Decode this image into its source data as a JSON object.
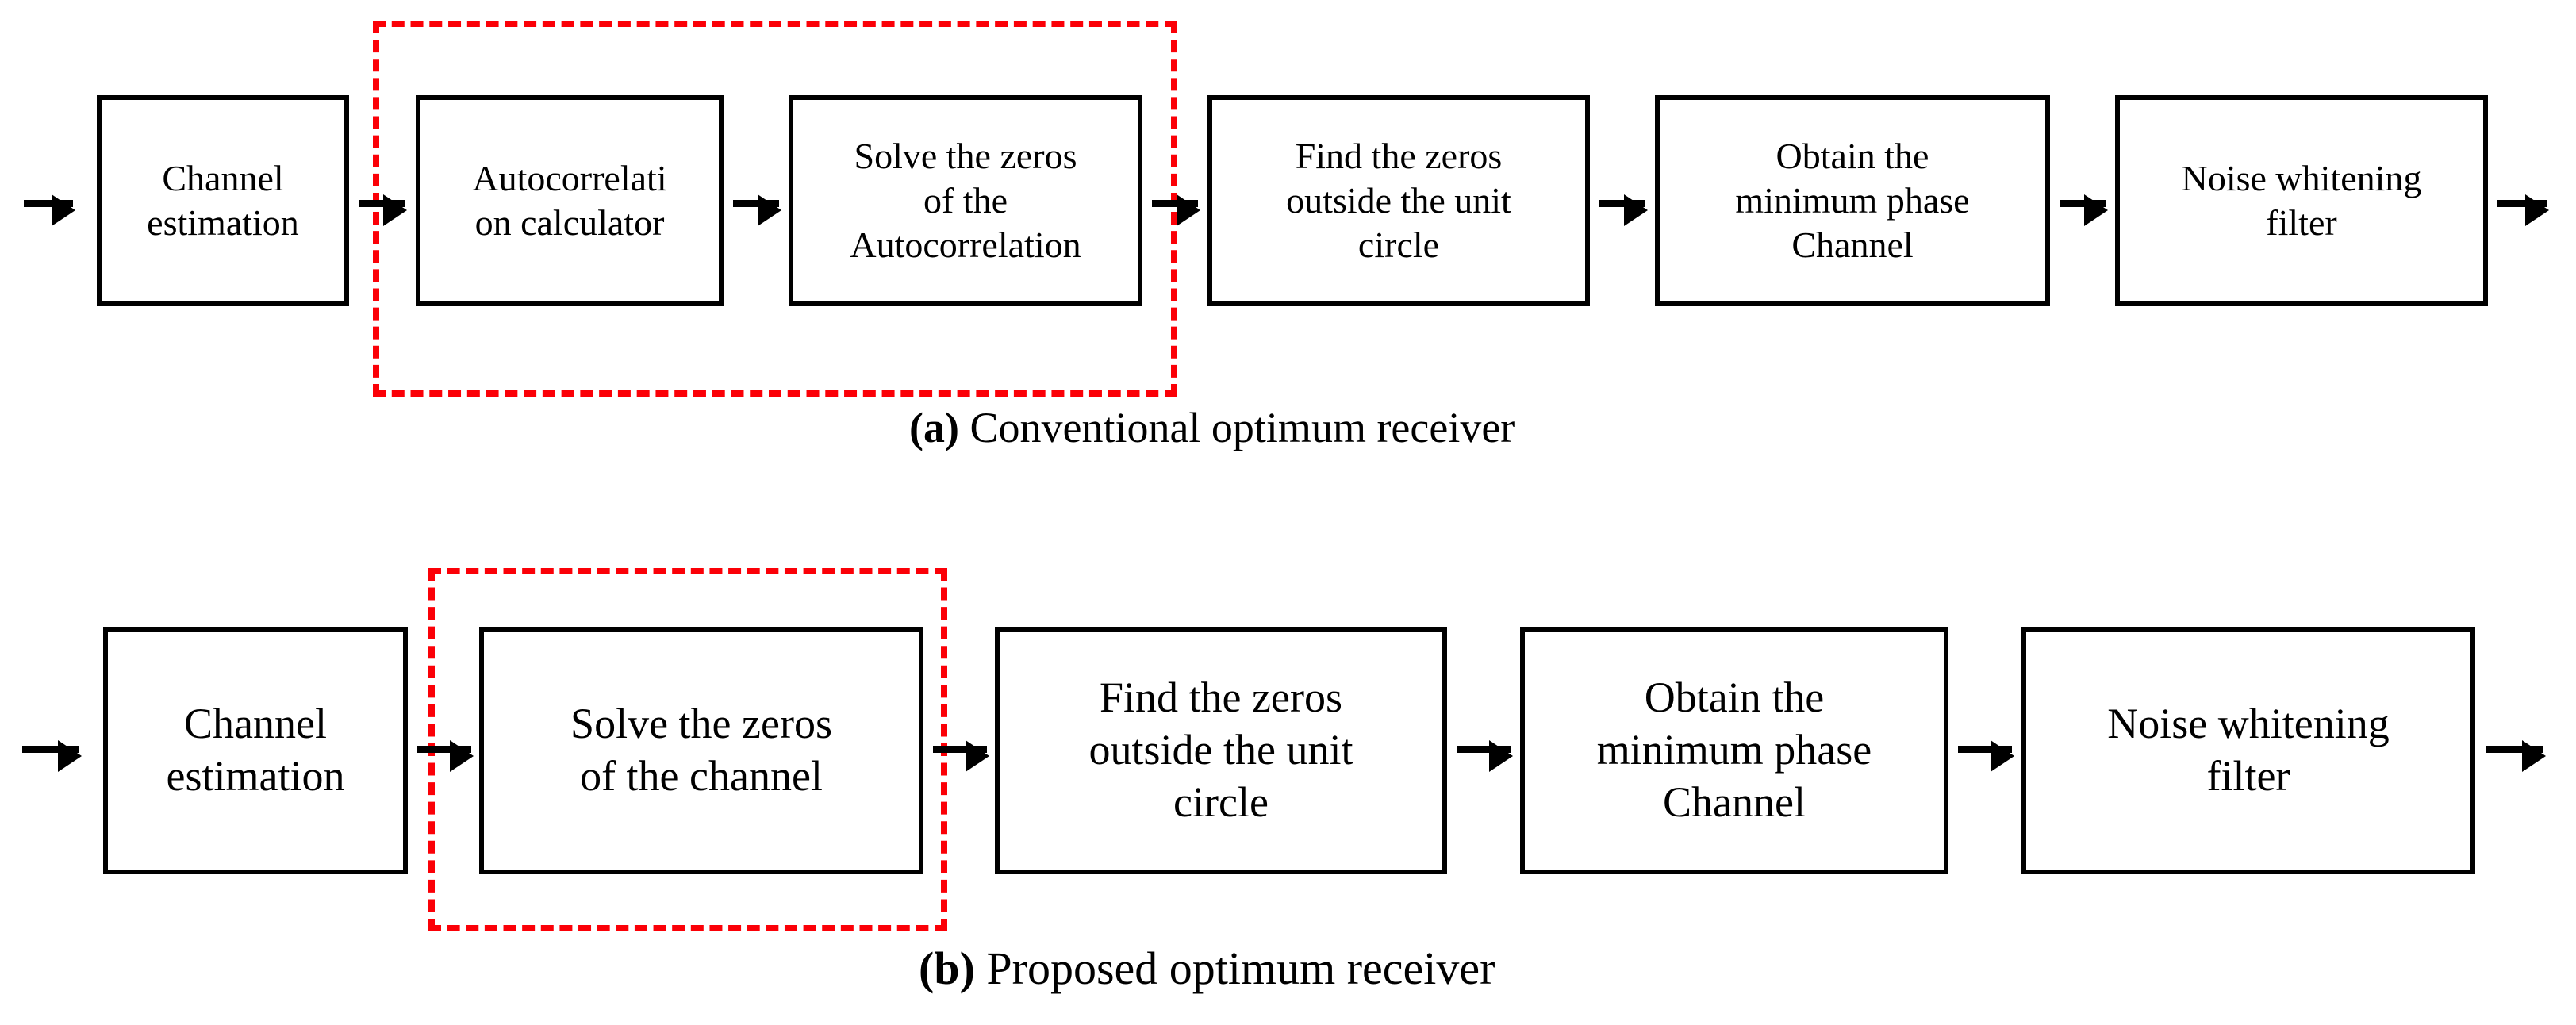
{
  "figure": {
    "background_color": "#ffffff",
    "line_color": "#000000",
    "highlight_color": "#fb0007"
  },
  "panels": [
    {
      "id": "a",
      "caption_label": "(a)",
      "caption_text": " Conventional optimum receiver",
      "highlight": {
        "label": "autocorrelation-stage-highlight",
        "color": "#fb0007",
        "style": "dashed"
      },
      "blocks": [
        {
          "name": "channel-estimation",
          "text": "Channel\nestimation"
        },
        {
          "name": "autocorrelation-calculator",
          "text": "Autocorrelati\non calculator"
        },
        {
          "name": "solve-zeros-autocorrelation",
          "text": "Solve the zeros\nof the\nAutocorrelation"
        },
        {
          "name": "find-zeros-outside-unit-circle",
          "text": "Find the zeros\noutside the unit\ncircle"
        },
        {
          "name": "obtain-minimum-phase-channel",
          "text": "Obtain the\nminimum phase\nChannel"
        },
        {
          "name": "noise-whitening-filter",
          "text": "Noise whitening\nfilter"
        }
      ]
    },
    {
      "id": "b",
      "caption_label": "(b)",
      "caption_text": " Proposed optimum receiver",
      "highlight": {
        "label": "solve-zeros-stage-highlight",
        "color": "#fb0007",
        "style": "dashed"
      },
      "blocks": [
        {
          "name": "channel-estimation",
          "text": "Channel\nestimation"
        },
        {
          "name": "solve-zeros-of-channel",
          "text": "Solve the zeros\nof the channel"
        },
        {
          "name": "find-zeros-outside-unit-circle",
          "text": "Find the zeros\noutside the unit\ncircle"
        },
        {
          "name": "obtain-minimum-phase-channel",
          "text": "Obtain the\nminimum phase\nChannel"
        },
        {
          "name": "noise-whitening-filter",
          "text": "Noise whitening\nfilter"
        }
      ]
    }
  ]
}
